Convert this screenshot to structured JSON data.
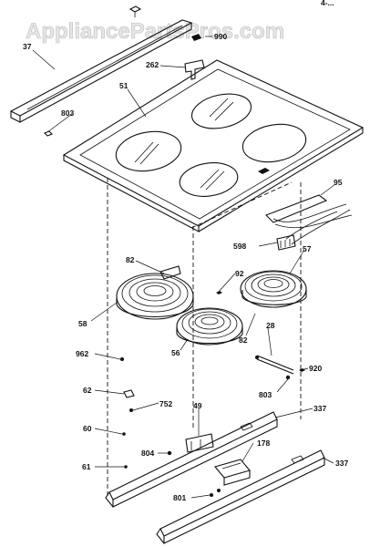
{
  "watermark": "AppliancePartsPros.com",
  "corner_text": "4-...",
  "labels": {
    "p37": "37",
    "p990": "990",
    "p262": "262",
    "p51": "51",
    "p803a": "803",
    "p95": "95",
    "p598": "598",
    "p57": "57",
    "p82a": "82",
    "p92": "92",
    "p58": "58",
    "p56": "56",
    "p82b": "82",
    "p28": "28",
    "p962": "962",
    "p920": "920",
    "p803b": "803",
    "p62": "62",
    "p752": "752",
    "p49": "49",
    "p337a": "337",
    "p60": "60",
    "p804": "804",
    "p178": "178",
    "p61": "61",
    "p337b": "337",
    "p801": "801"
  }
}
